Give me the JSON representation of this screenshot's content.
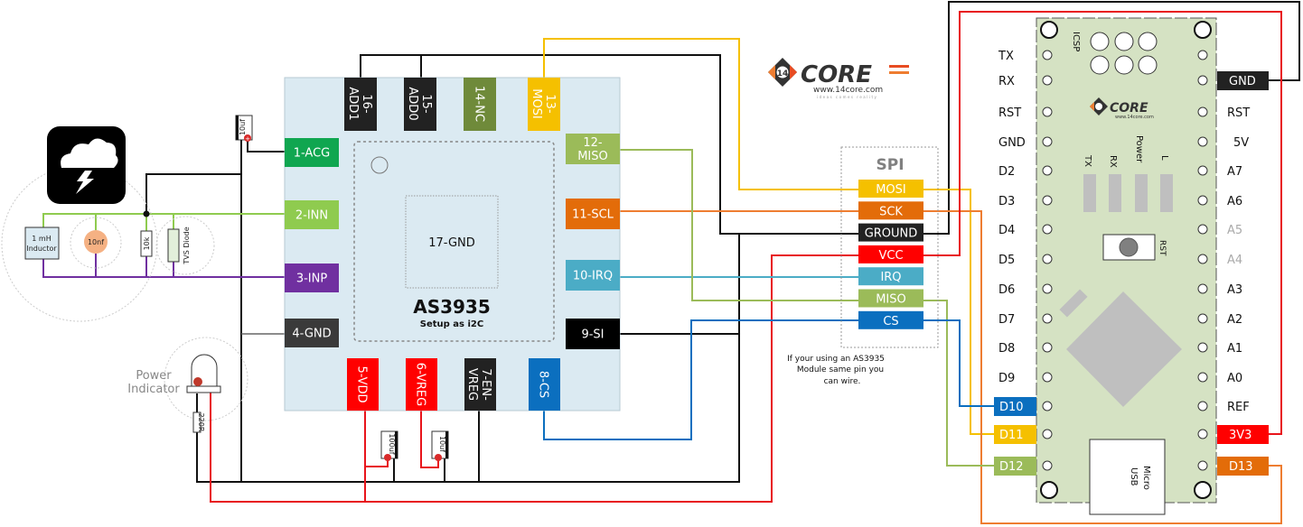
{
  "title": "AS3935 Lightning Sensor wiring to Arduino Nano (SPI)",
  "colors": {
    "chip_body": "#dbeaf2",
    "nano_board": "#d5e2c3",
    "wire_black": "#111111",
    "wire_red": "#e8141b",
    "wire_yellow": "#f5c000",
    "wire_orange": "#ee7d31",
    "wire_green": "#9bbb59",
    "wire_lightgreen": "#8fcb4f",
    "wire_purple": "#7030a0",
    "wire_cyan": "#4bacc6",
    "wire_blue": "#0b6fbf",
    "wire_gray": "#666666"
  },
  "chip": {
    "name": "AS3935",
    "subtitle": "Setup as i2C",
    "center_pad": "17-GND",
    "pins_left": [
      {
        "label": "1-ACG",
        "color": "#10a650"
      },
      {
        "label": "2-INN",
        "color": "#8fcb4f"
      },
      {
        "label": "3-INP",
        "color": "#7030a0"
      },
      {
        "label": "4-GND",
        "color": "#3a3a3a"
      }
    ],
    "pins_top": [
      {
        "label": "16-ADD1",
        "line1": "16-",
        "line2": "ADD1",
        "color": "#222222"
      },
      {
        "label": "15-ADD0",
        "line1": "15-",
        "line2": "ADD0",
        "color": "#222222"
      },
      {
        "label": "14-NC",
        "line1": "14-NC",
        "line2": "",
        "color": "#6f8a3a"
      },
      {
        "label": "13-MOSI",
        "line1": "13-",
        "line2": "MOSI",
        "color": "#f5c000"
      }
    ],
    "pins_right": [
      {
        "label": "12-MISO",
        "line1": "12-",
        "line2": "MISO",
        "color": "#9bbb59"
      },
      {
        "label": "11-SCL",
        "line1": "11-SCL",
        "line2": "",
        "color": "#e36c09"
      },
      {
        "label": "10-IRQ",
        "line1": "10-IRQ",
        "line2": "",
        "color": "#4bacc6"
      },
      {
        "label": "9-SI",
        "line1": "9-SI",
        "line2": "",
        "color": "#000000"
      }
    ],
    "pins_bottom": [
      {
        "label": "5-VDD",
        "line1": "5-VDD",
        "line2": "",
        "color": "#ff0000"
      },
      {
        "label": "6-VREG",
        "line1": "6-VREG",
        "line2": "",
        "color": "#ff0000"
      },
      {
        "label": "7-EN-VREG",
        "line1": "7-EN-",
        "line2": "VREG",
        "color": "#222222"
      },
      {
        "label": "8-CS",
        "line1": "8-CS",
        "line2": "",
        "color": "#0b6fbf"
      }
    ]
  },
  "components": {
    "inductor": {
      "line1": "1 mH",
      "line2": "Inductor"
    },
    "capacitor_nf": "10nf",
    "resistor_10k": "10k",
    "tvs": "TVS Diode",
    "cap_acg": "10uf",
    "cap_vdd": "100uf",
    "cap_vreg": "10uf",
    "led_resistor": "220R",
    "led_label_line1": "Power",
    "led_label_line2": "Indicator"
  },
  "logo": {
    "brand": "CORE",
    "badge": "14",
    "url": "www.14core.com",
    "tagline": "ideas comes reality"
  },
  "spi": {
    "title": "SPI",
    "pins": [
      {
        "label": "MOSI",
        "color": "#f5c000"
      },
      {
        "label": "SCK",
        "color": "#e36c09"
      },
      {
        "label": "GROUND",
        "color": "#222222"
      },
      {
        "label": "VCC",
        "color": "#ff0000"
      },
      {
        "label": "IRQ",
        "color": "#4bacc6"
      },
      {
        "label": "MISO",
        "color": "#9bbb59"
      },
      {
        "label": "CS",
        "color": "#0b6fbf"
      }
    ],
    "note_line1": "If your using an AS3935",
    "note_line2": "Module same pin you",
    "note_line3": "can wire."
  },
  "nano": {
    "icsp_label": "ICSP",
    "led_labels": [
      "TX",
      "RX",
      "Power",
      "L"
    ],
    "reset_label": "RST",
    "usb_line1": "Micro",
    "usb_line2": "USB",
    "left_pins": [
      {
        "label": "TX",
        "highlight": null
      },
      {
        "label": "RX",
        "highlight": null
      },
      {
        "label": "RST",
        "highlight": null
      },
      {
        "label": "GND",
        "highlight": null
      },
      {
        "label": "D2",
        "highlight": null
      },
      {
        "label": "D3",
        "highlight": null
      },
      {
        "label": "D4",
        "highlight": null
      },
      {
        "label": "D5",
        "highlight": null
      },
      {
        "label": "D6",
        "highlight": null
      },
      {
        "label": "D7",
        "highlight": null
      },
      {
        "label": "D8",
        "highlight": null
      },
      {
        "label": "D9",
        "highlight": null
      },
      {
        "label": "D10",
        "highlight": "#0b6fbf"
      },
      {
        "label": "D11",
        "highlight": "#f5c000"
      },
      {
        "label": "D12",
        "highlight": "#9bbb59"
      }
    ],
    "right_pins": [
      {
        "label": "",
        "highlight": null
      },
      {
        "label": "GND",
        "highlight": "#222222"
      },
      {
        "label": "RST",
        "highlight": null
      },
      {
        "label": "5V",
        "highlight": null
      },
      {
        "label": "A7",
        "highlight": null
      },
      {
        "label": "A6",
        "highlight": null
      },
      {
        "label": "A5",
        "highlight": null,
        "dim": true
      },
      {
        "label": "A4",
        "highlight": null,
        "dim": true
      },
      {
        "label": "A3",
        "highlight": null
      },
      {
        "label": "A2",
        "highlight": null
      },
      {
        "label": "A1",
        "highlight": null
      },
      {
        "label": "A0",
        "highlight": null
      },
      {
        "label": "REF",
        "highlight": null
      },
      {
        "label": "3V3",
        "highlight": "#ff0000"
      },
      {
        "label": "D13",
        "highlight": "#e36c09"
      }
    ]
  }
}
